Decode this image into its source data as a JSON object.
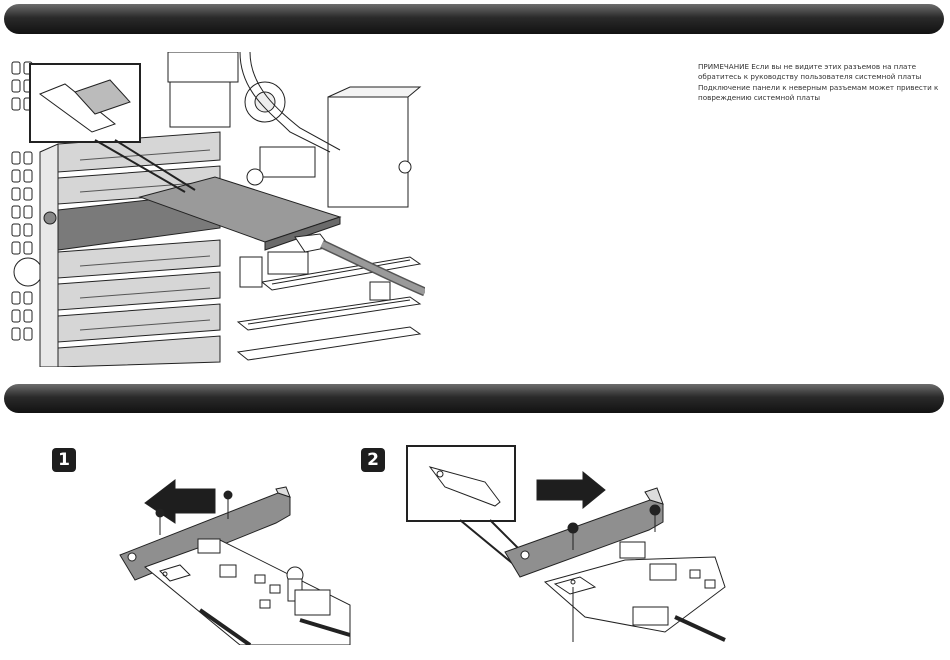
{
  "note": {
    "lines": [
      "ПРИМЕЧАНИЕ  Если вы не видите этих разъемов на плате",
      "обратитесь к руководству пользователя системной платы",
      "Подключение панели к неверным разъемам может привести к",
      "повреждению системной платы"
    ]
  },
  "steps": [
    {
      "number": "1"
    },
    {
      "number": "2"
    }
  ]
}
